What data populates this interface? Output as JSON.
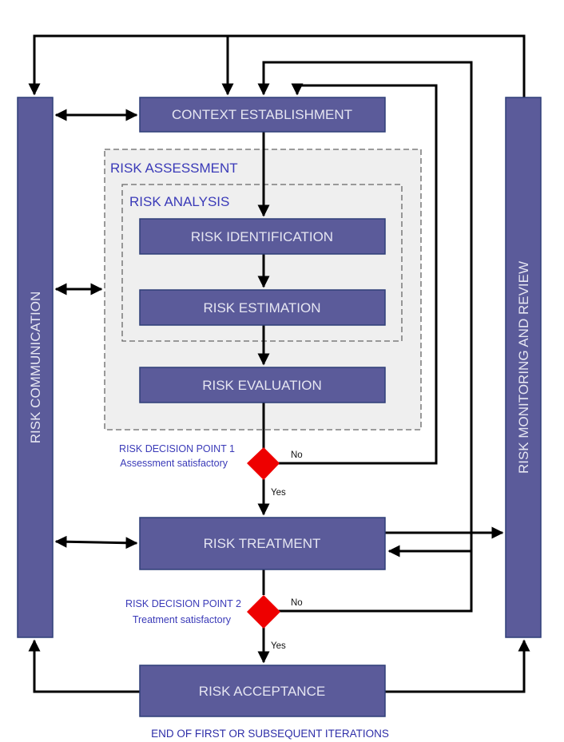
{
  "diagram": {
    "title": "Information security risk management process",
    "colors": {
      "box_fill": "#5b5b9a",
      "box_border": "#2f3f78",
      "box_text": "#e6e6f2",
      "group_fill": "#efefef",
      "group_border": "#666666",
      "group_label": "#3a3ab8",
      "decision_fill": "#ee0000",
      "arrow": "#000000"
    },
    "side_bars": {
      "left": "RISK COMMUNICATION",
      "right": "RISK MONITORING AND REVIEW"
    },
    "boxes": {
      "context": "CONTEXT ESTABLISHMENT",
      "identification": "RISK IDENTIFICATION",
      "estimation": "RISK ESTIMATION",
      "evaluation": "RISK EVALUATION",
      "treatment": "RISK TREATMENT",
      "acceptance": "RISK ACCEPTANCE"
    },
    "groups": {
      "assessment": "RISK ASSESSMENT",
      "analysis": "RISK ANALYSIS"
    },
    "decisions": [
      {
        "title": "RISK DECISION POINT 1",
        "subtitle": "Assessment satisfactory",
        "no": "No",
        "yes": "Yes"
      },
      {
        "title": "RISK DECISION POINT 2",
        "subtitle": "Treatment satisfactory",
        "no": "No",
        "yes": "Yes"
      }
    ],
    "footer": "END OF FIRST OR SUBSEQUENT ITERATIONS"
  }
}
